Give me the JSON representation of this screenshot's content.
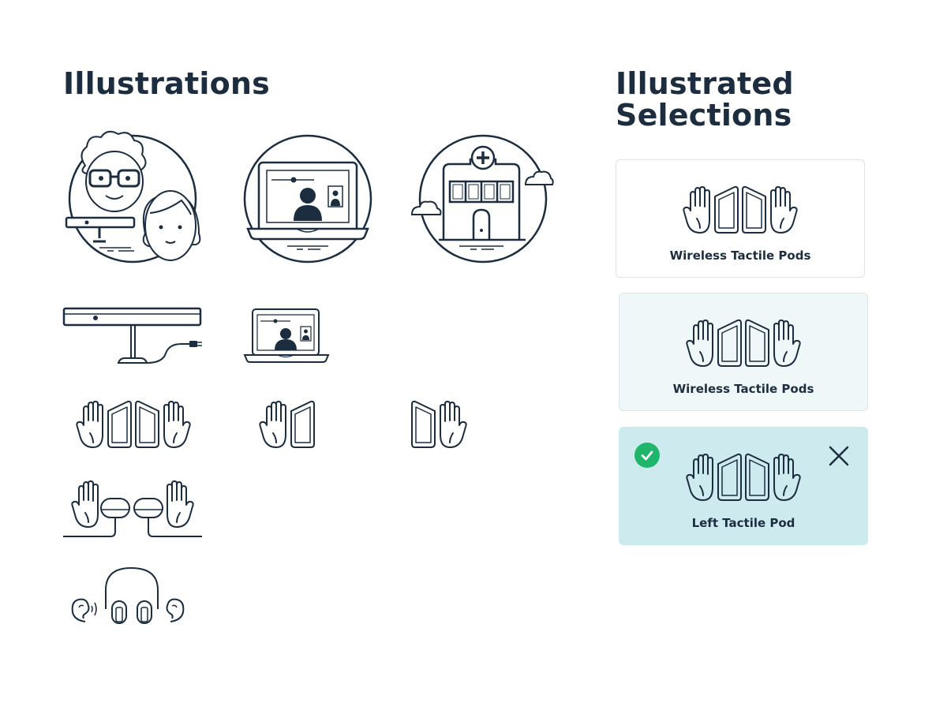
{
  "headings": {
    "illustrations": "Illustrations",
    "illustrated_selections": "Illustrated Selections"
  },
  "colors": {
    "ink": "#1c2d40",
    "card_border": "#dfe3e6",
    "card_hover_bg": "#f0f7f8",
    "card_selected_bg": "#cdebee",
    "check_green": "#1fb56b"
  },
  "cards": [
    {
      "label": "Wireless Tactile Pods",
      "state": "default"
    },
    {
      "label": "Wireless Tactile Pods",
      "state": "hover"
    },
    {
      "label": "Left Tactile Pod",
      "state": "selected"
    }
  ],
  "icons": {
    "selected_badge": "check-circle-icon",
    "deselect": "close-icon"
  }
}
